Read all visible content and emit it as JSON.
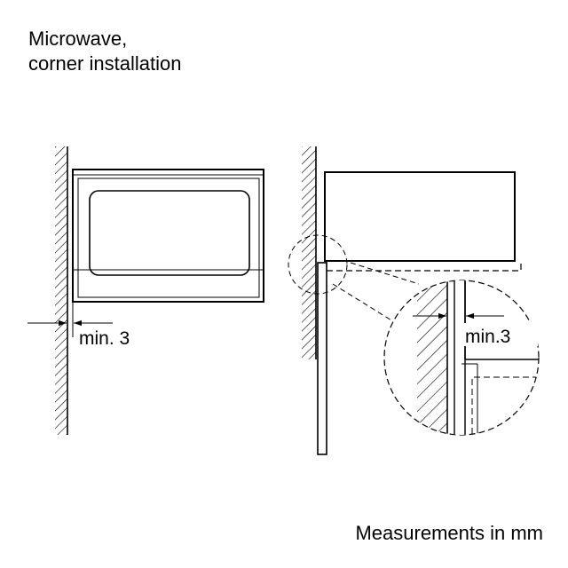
{
  "title": {
    "line1": "Microwave,",
    "line2": "corner installation"
  },
  "left_view": {
    "clearance_label": "min. 3"
  },
  "right_view": {
    "clearance_label": "min.3"
  },
  "footer": {
    "units_note": "Measurements in mm"
  }
}
